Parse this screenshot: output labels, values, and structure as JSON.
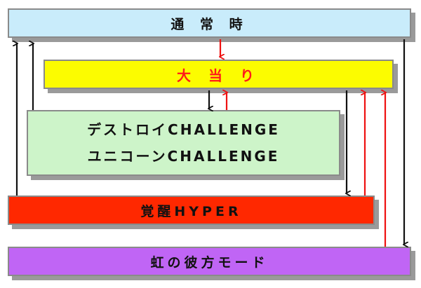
{
  "boxes": {
    "normal": {
      "label": "通 常 時",
      "color": "#c9ecfb"
    },
    "hit": {
      "label": "大 当 り",
      "color": "#fcfc00"
    },
    "challenge": {
      "labels": [
        "デストロイCHALLENGE",
        "ユニコーンCHALLENGE"
      ],
      "color": "#cdf4c9"
    },
    "hyper": {
      "label": "覚醒HYPER",
      "color": "#ff2800"
    },
    "rainbow": {
      "label": "虹の彼方モード",
      "color": "#c065f5"
    }
  },
  "arrow_colors": {
    "black": "#111111",
    "red": "#ee1111"
  }
}
